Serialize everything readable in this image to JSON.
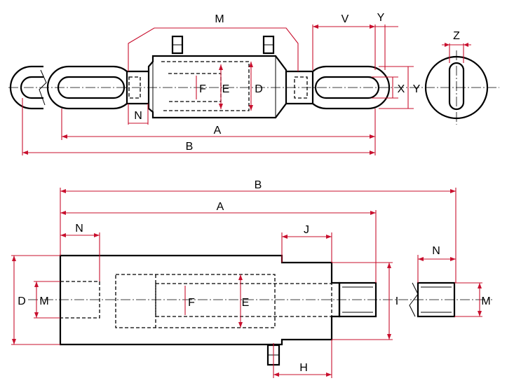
{
  "labels": {
    "top": {
      "M": "M",
      "V": "V",
      "Y1": "Y",
      "Z": "Z",
      "F": "F",
      "E": "E",
      "D": "D",
      "X": "X",
      "Y2": "Y",
      "N": "N",
      "A": "A",
      "B": "B"
    },
    "bottom": {
      "B": "B",
      "A": "A",
      "N1": "N",
      "J": "J",
      "D": "D",
      "M1": "M",
      "F": "F",
      "E": "E",
      "I": "I",
      "N2": "N",
      "M2": "M",
      "H": "H"
    }
  },
  "colors": {
    "outline": "#000000",
    "dimension": "#c8102e"
  }
}
